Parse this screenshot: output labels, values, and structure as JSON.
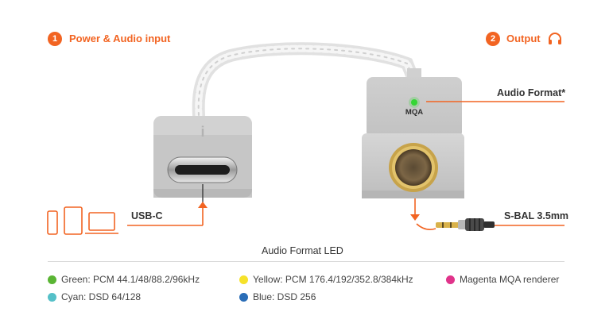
{
  "header": {
    "input_step": {
      "number": "1",
      "label": "Power & Audio input"
    },
    "output_step": {
      "number": "2",
      "label": "Output"
    }
  },
  "callouts": {
    "audio_format": "Audio Format*",
    "usb_c": "USB-C",
    "sbal": "S-BAL 3.5mm"
  },
  "device": {
    "led_label": "MQA",
    "brand_mark": "i"
  },
  "legend": {
    "title": "Audio Format  LED",
    "items": [
      {
        "label": "Green: PCM 44.1/48/88.2/96kHz",
        "color": "#5ab534"
      },
      {
        "label": "Cyan: DSD 64/128",
        "color": "#55c0c8"
      },
      {
        "label": "Yellow: PCM 176.4/192/352.8/384kHz",
        "color": "#f6e22a"
      },
      {
        "label": "Blue: DSD 256",
        "color": "#2a6db7"
      },
      {
        "label": "Magenta MQA renderer",
        "color": "#e0338a"
      }
    ]
  },
  "colors": {
    "accent": "#f26422",
    "device_body": "#c9c9c9",
    "led": "#35d635"
  },
  "icons": [
    "phone-icon",
    "tablet-icon",
    "laptop-icon",
    "headphones-icon"
  ]
}
